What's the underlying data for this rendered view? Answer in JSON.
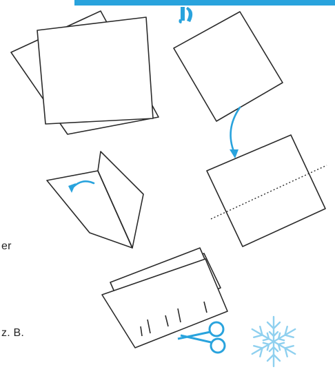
{
  "fragments": {
    "line_1": "er",
    "line_2": "z. B."
  },
  "colors": {
    "accent": "#29a3dd",
    "paper_stroke": "#2a2a2a",
    "paper_fill": "#ffffff",
    "snowflake": "#8fd0ef"
  },
  "icons": {
    "scissors": "scissors-icon",
    "snowflake": "snowflake-icon",
    "arrow": "curved-arrow-icon",
    "step_number": "step-number-glyph"
  }
}
